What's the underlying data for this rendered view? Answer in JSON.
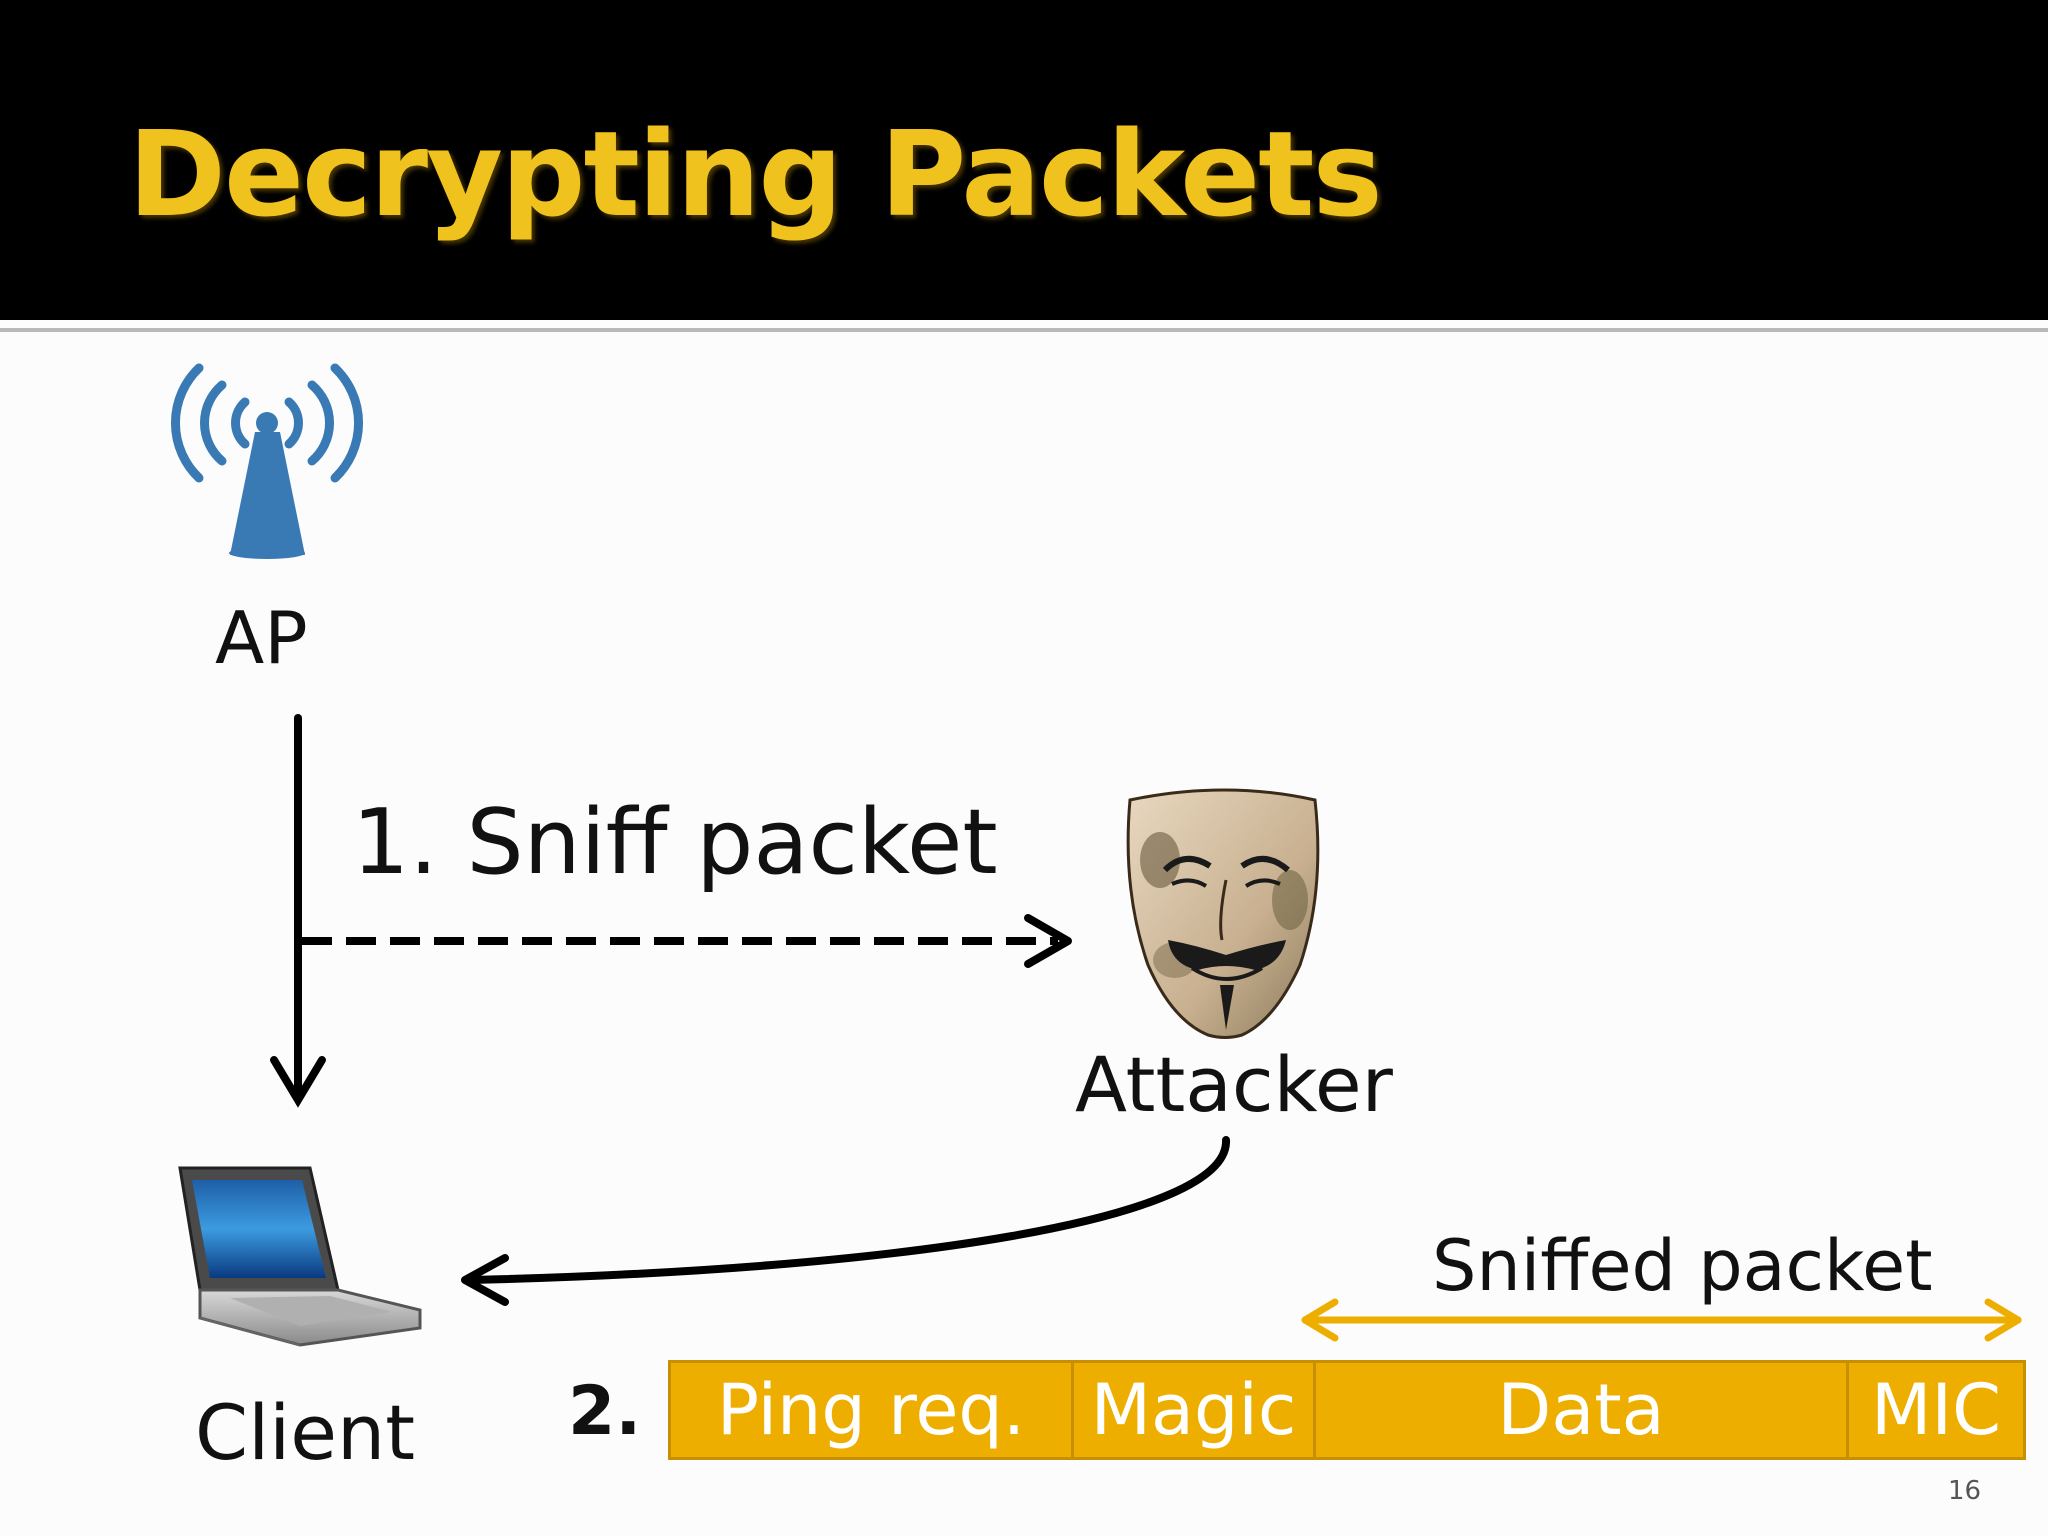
{
  "title": "Decrypting Packets",
  "nodes": {
    "ap": "AP",
    "attacker": "Attacker",
    "client": "Client"
  },
  "steps": {
    "sniff": "1. Sniff packet",
    "step2": "2."
  },
  "sniffed_label": "Sniffed packet",
  "packet_fields": [
    "Ping req.",
    "Magic",
    "Data",
    "MIC"
  ],
  "page_number": "16",
  "colors": {
    "title": "#f0c21e",
    "header_bg": "#000000",
    "packet_fill": "#eeae00",
    "packet_border": "#c88f00",
    "sniffed_arrow": "#eeae00",
    "ap_icon": "#3a7ab4"
  },
  "icons": [
    "wireless-ap-icon",
    "anonymous-mask-icon",
    "laptop-icon"
  ]
}
